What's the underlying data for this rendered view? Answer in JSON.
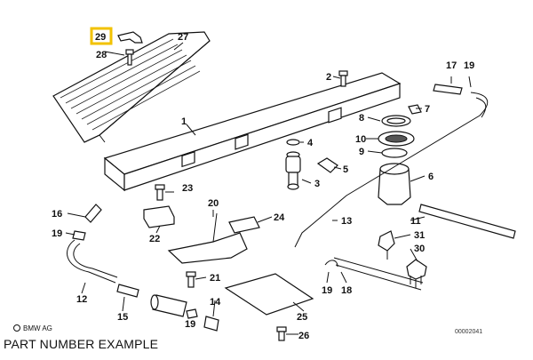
{
  "caption": "PART NUMBER EXAMPLE",
  "brand": "BMW AG",
  "drawing_code": "00002041",
  "highlight_color": "#f2c200",
  "labels": {
    "n1": "1",
    "n2": "2",
    "n3": "3",
    "n4": "4",
    "n5": "5",
    "n6": "6",
    "n7": "7",
    "n8": "8",
    "n9": "9",
    "n10": "10",
    "n11": "11",
    "n12": "12",
    "n13": "13",
    "n14": "14",
    "n15": "15",
    "n16": "16",
    "n17": "17",
    "n18": "18",
    "n19a": "19",
    "n19b": "19",
    "n19c": "19",
    "n19d": "19",
    "n20": "20",
    "n21": "21",
    "n22": "22",
    "n23": "23",
    "n24": "24",
    "n25": "25",
    "n26": "26",
    "n27": "27",
    "n28": "28",
    "n29": "29",
    "n30": "30",
    "n31": "31"
  }
}
